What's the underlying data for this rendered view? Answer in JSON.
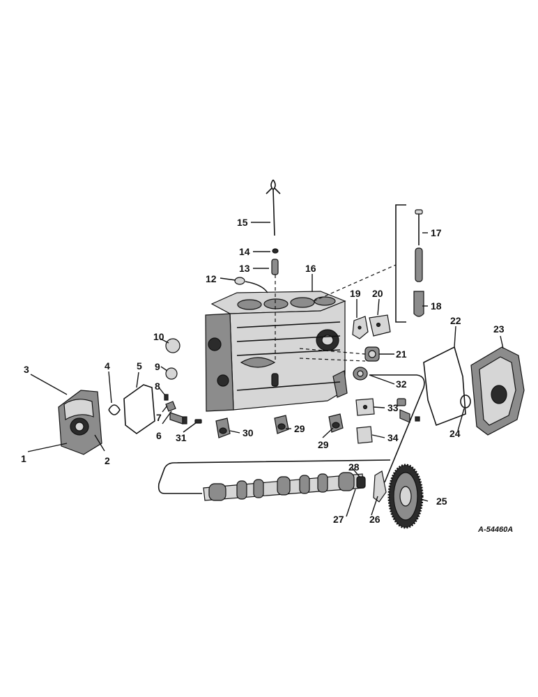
{
  "reference_code": "A-54460A",
  "callouts": [
    {
      "id": "c1",
      "text": "1"
    },
    {
      "id": "c2",
      "text": "2"
    },
    {
      "id": "c3",
      "text": "3"
    },
    {
      "id": "c4",
      "text": "4"
    },
    {
      "id": "c5",
      "text": "5"
    },
    {
      "id": "c6",
      "text": "6"
    },
    {
      "id": "c7",
      "text": "7"
    },
    {
      "id": "c8",
      "text": "8"
    },
    {
      "id": "c9",
      "text": "9"
    },
    {
      "id": "c10",
      "text": "10"
    },
    {
      "id": "c12",
      "text": "12"
    },
    {
      "id": "c13",
      "text": "13"
    },
    {
      "id": "c14",
      "text": "14"
    },
    {
      "id": "c15",
      "text": "15"
    },
    {
      "id": "c16",
      "text": "16"
    },
    {
      "id": "c17",
      "text": "17"
    },
    {
      "id": "c18",
      "text": "18"
    },
    {
      "id": "c19",
      "text": "19"
    },
    {
      "id": "c20",
      "text": "20"
    },
    {
      "id": "c21",
      "text": "21"
    },
    {
      "id": "c22",
      "text": "22"
    },
    {
      "id": "c23",
      "text": "23"
    },
    {
      "id": "c24",
      "text": "24"
    },
    {
      "id": "c25",
      "text": "25"
    },
    {
      "id": "c26",
      "text": "26"
    },
    {
      "id": "c27",
      "text": "27"
    },
    {
      "id": "c28",
      "text": "28"
    },
    {
      "id": "c29a",
      "text": "29"
    },
    {
      "id": "c29b",
      "text": "29"
    },
    {
      "id": "c30",
      "text": "30"
    },
    {
      "id": "c31",
      "text": "31"
    },
    {
      "id": "c32",
      "text": "32"
    },
    {
      "id": "c33",
      "text": "33"
    },
    {
      "id": "c34",
      "text": "34"
    }
  ],
  "colors": {
    "ink": "#111111",
    "paper": "#ffffff",
    "shade": "#8c8c8c"
  }
}
